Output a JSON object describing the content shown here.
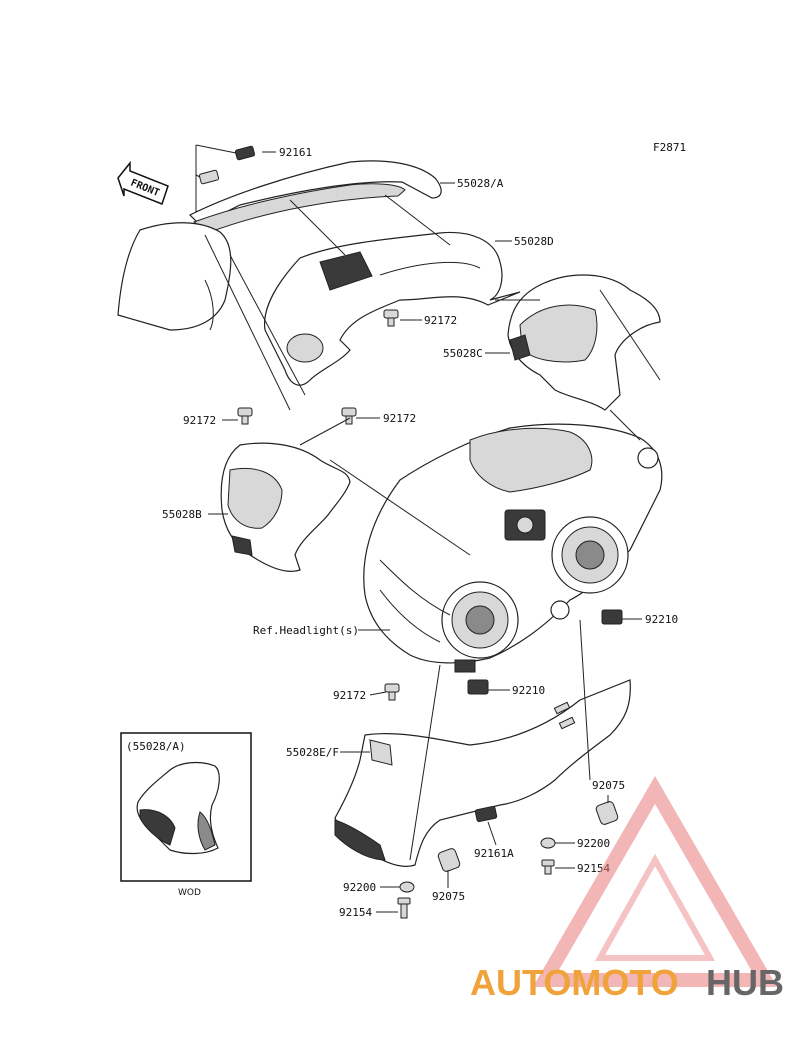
{
  "figure_id": "F2871",
  "front_label": "FRONT",
  "reference_label": "Ref.Headlight(s)",
  "inset": {
    "title": "(55028/A)",
    "subtitle": "WOD"
  },
  "parts": {
    "p92161": "92161",
    "p55028A": "55028/A",
    "p55028D": "55028D",
    "p92172_top": "92172",
    "p55028C": "55028C",
    "p92172_left": "92172",
    "p92172_mid": "92172",
    "p55028B": "55028B",
    "p92210_right": "92210",
    "p92172_bottom": "92172",
    "p92210_mid": "92210",
    "p55028EF": "55028E/F",
    "p92075_right": "92075",
    "p92200_right": "92200",
    "p92154_right": "92154",
    "p92161A": "92161A",
    "p92200_left": "92200",
    "p92075_left": "92075",
    "p92154_left": "92154"
  },
  "watermark": {
    "part1": "AUTOMOTO",
    "part2": "HUB",
    "color_primary": "#f0a33a",
    "color_secondary": "#666666",
    "triangle_color": "#e87a7a"
  }
}
